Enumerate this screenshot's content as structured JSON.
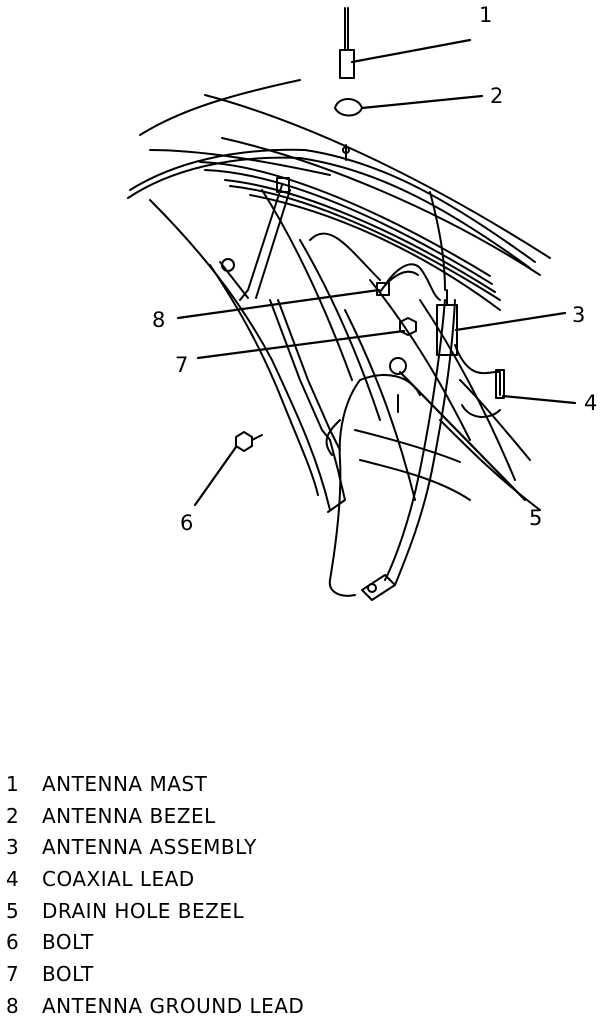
{
  "callouts": [
    "1",
    "2",
    "3",
    "4",
    "5",
    "6",
    "7",
    "8"
  ],
  "legend": [
    {
      "num": "1",
      "label": "ANTENNA MAST"
    },
    {
      "num": "2",
      "label": "ANTENNA BEZEL"
    },
    {
      "num": "3",
      "label": "ANTENNA ASSEMBLY"
    },
    {
      "num": "4",
      "label": "COAXIAL LEAD"
    },
    {
      "num": "5",
      "label": "DRAIN HOLE BEZEL"
    },
    {
      "num": "6",
      "label": "BOLT"
    },
    {
      "num": "7",
      "label": "BOLT"
    },
    {
      "num": "8",
      "label": "ANTENNA GROUND LEAD"
    }
  ]
}
